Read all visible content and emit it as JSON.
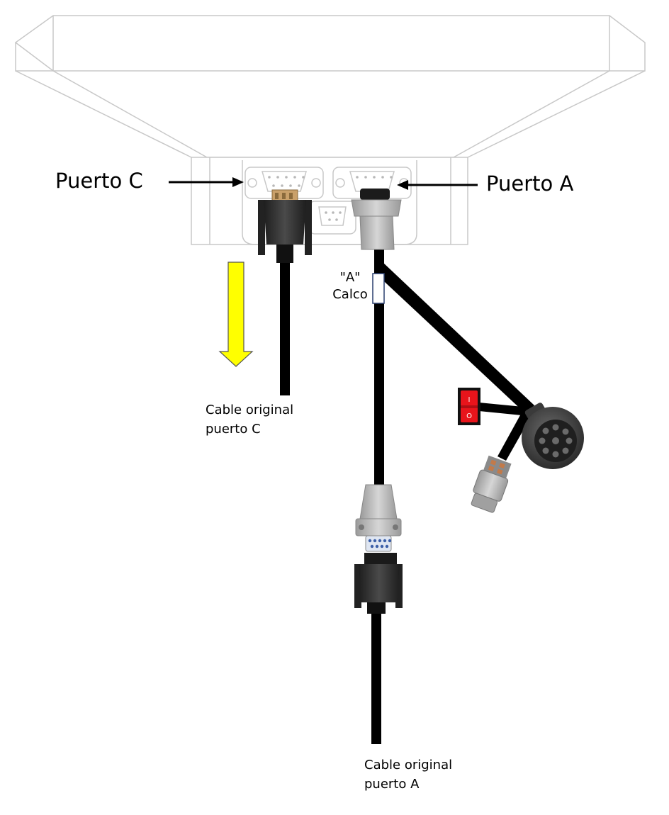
{
  "labels": {
    "port_c": "Puerto C",
    "port_a": "Puerto A",
    "tag_line1": "\"A\"",
    "tag_line2": "Calco",
    "cable_c_line1": "Cable original",
    "cable_c_line2": "puerto C",
    "cable_a_line1": "Cable original",
    "cable_a_line2": "puerto A"
  },
  "switch_marks": {
    "on": "I",
    "off": "O"
  },
  "colors": {
    "cable": "#000000",
    "down_arrow": "#ffff00",
    "switch": "#e8141b",
    "housing_outline": "#c8c8c8",
    "connector_dark": "#333333",
    "connector_grey": "#b5b5b5",
    "pins_blue": "#3b5fa8",
    "tag_outline": "#2a3f6e"
  }
}
